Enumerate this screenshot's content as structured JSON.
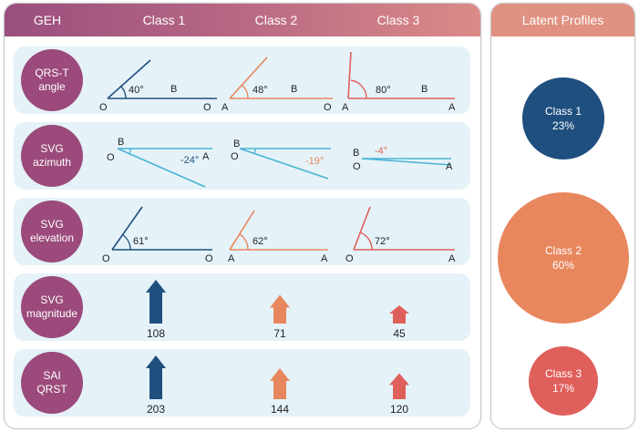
{
  "header": {
    "col0": "GEH",
    "col1": "Class 1",
    "col2": "Class 2",
    "col3": "Class 3"
  },
  "side": {
    "title": "Latent Profiles"
  },
  "rows": [
    {
      "label1": "QRS-T",
      "label2": "angle"
    },
    {
      "label1": "SVG",
      "label2": "azimuth"
    },
    {
      "label1": "SVG",
      "label2": "elevation"
    },
    {
      "label1": "SVG",
      "label2": "magnitude"
    },
    {
      "label1": "SAI",
      "label2": "QRST"
    }
  ],
  "qrst_angle": [
    {
      "value": "40°",
      "b": "B",
      "left": "O",
      "right": "O"
    },
    {
      "value": "48°",
      "b": "B",
      "left": "A",
      "right": "O"
    },
    {
      "value": "80°",
      "b": "B",
      "left": "A",
      "right": "A"
    }
  ],
  "svg_azimuth": [
    {
      "value": "-24°",
      "b": "B",
      "left": "O",
      "right": "A"
    },
    {
      "value": "-19°",
      "b": "B",
      "left": "O"
    },
    {
      "value": "-4°",
      "b": "B",
      "left": "O",
      "right": "A"
    }
  ],
  "svg_elevation": [
    {
      "value": "61°",
      "left": "O",
      "right": "O"
    },
    {
      "value": "62°",
      "left": "A",
      "right": "A"
    },
    {
      "value": "72°",
      "left": "O",
      "right": "A"
    }
  ],
  "svg_magnitude": {
    "values": [
      "108",
      "71",
      "45"
    ],
    "numbers": [
      108,
      71,
      45
    ]
  },
  "sai_qrst": {
    "values": [
      "203",
      "144",
      "120"
    ],
    "numbers": [
      203,
      144,
      120
    ]
  },
  "profiles": [
    {
      "name": "Class 1",
      "pct": "23%",
      "fraction": 0.23,
      "color": "#1f4f7e"
    },
    {
      "name": "Class 2",
      "pct": "60%",
      "fraction": 0.6,
      "color": "#e8875d"
    },
    {
      "name": "Class 3",
      "pct": "17%",
      "fraction": 0.17,
      "color": "#df5f5b"
    }
  ],
  "colors": {
    "class1": "#1f4f7e",
    "class2": "#e8875d",
    "class3": "#df5f5b",
    "azimuth": "#4ab4d6",
    "label": "#9b4a7b"
  }
}
